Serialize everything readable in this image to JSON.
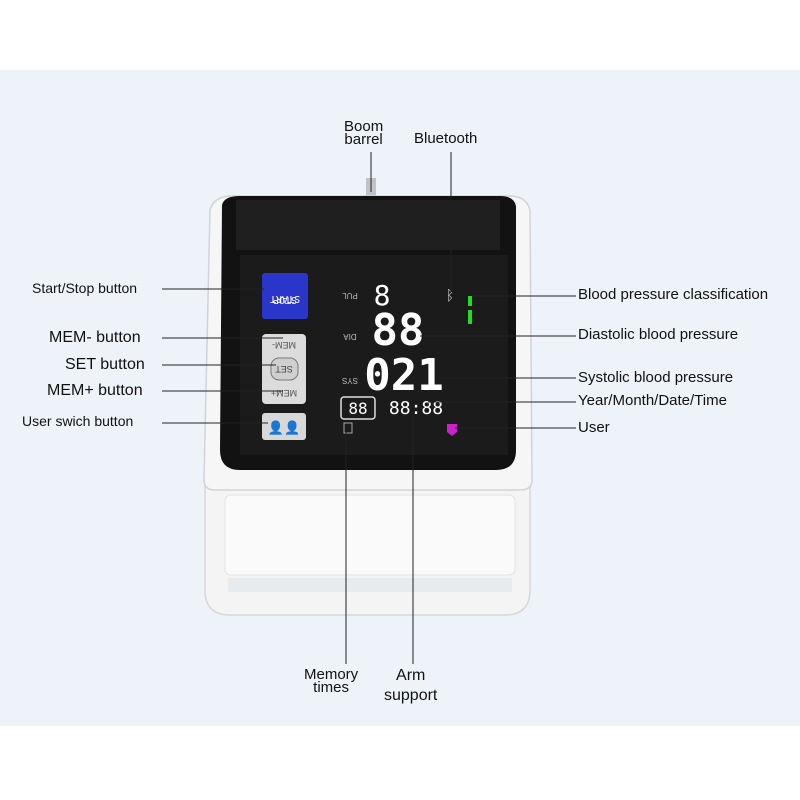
{
  "labels": {
    "boom_barrel": [
      "Boom",
      "barrel"
    ],
    "bluetooth": "Bluetooth",
    "start_stop_button": "Start/Stop button",
    "mem_minus_button": "MEM- button",
    "set_button": "SET button",
    "mem_plus_button": "MEM+ button",
    "user_switch_button": "User swich button",
    "bp_classification": "Blood pressure classification",
    "diastolic": "Diastolic blood pressure",
    "systolic": "Systolic blood pressure",
    "datetime": "Year/Month/Date/Time",
    "user": "User",
    "memory_times": [
      "Memory",
      "times"
    ],
    "arm_support": [
      "Arm",
      "support"
    ]
  },
  "device": {
    "buttons": {
      "start_stop": [
        "START",
        "STOP"
      ],
      "mem_minus": "MEM-",
      "set": "SET",
      "mem_plus": "MEM+"
    },
    "display": {
      "pul_label": "PUL",
      "dia_label": "DIA",
      "sys_label": "SYS",
      "pulse_value": "8",
      "diastolic_value": "88",
      "systolic_value": "021",
      "memory_value": "88",
      "time_value": "88:88"
    },
    "colors": {
      "start_button": "#2a35c9",
      "classification_bar": "#22dd22",
      "user_indicator": "#cc22cc",
      "screen": "#121212"
    }
  }
}
